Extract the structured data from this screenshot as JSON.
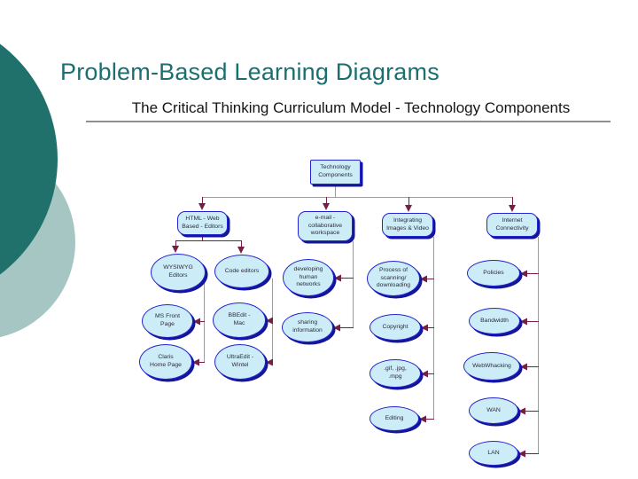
{
  "slide": {
    "title": "Problem-Based Learning Diagrams",
    "subtitle": "The Critical Thinking Curriculum Model - Technology Components"
  },
  "colors": {
    "title_teal": "#1d6e70",
    "background_circle_dark": "#20706c",
    "background_circle_light": "#a5c6c3",
    "node_fill": "#ccedf7",
    "node_border_blue": "#2424d0",
    "node_shadow_navy": "#15159a",
    "connector_gray": "#9c9c9c",
    "connector_maroon": "#761e46",
    "subtitle_rule_gray": "#8f8f8f"
  },
  "diagram": {
    "nodes": {
      "technology_components": "Technology\nComponents",
      "html_editors": "HTML - Web\nBased - Editors",
      "email_workspace": "e-mail -\ncollaborative\nworkspace",
      "integrating_images": "Integrating\nImages & Video",
      "internet_connectivity": "Internet\nConnectivity",
      "wysiwyg_editors": "WYSIWYG\nEditors",
      "code_editors": "Code editors",
      "ms_front_page": "MS Front\nPage",
      "bbedit_mac": "BBEdit -\nMac",
      "claris_home_page": "Claris\nHome Page",
      "ultraedit_wintel": "UltraEdit -\nWintel",
      "developing_human_networks": "developing\nhuman\nnetworks",
      "sharing_information": "sharing\ninformation",
      "process_scanning": "Process of\nscanning/\ndownloading",
      "copyright": "Copyright",
      "gif_jpg_mpg": ".gif, .jpg,\n.mpg",
      "editing": "Editing",
      "policies": "Policies",
      "bandwidth": "Bandwidth",
      "webwhacking": "WebWhacking",
      "wan": "WAN",
      "lan": "LAN"
    },
    "hierarchy": [
      {
        "parent": "Technology Components",
        "children": [
          "HTML - Web Based - Editors",
          "e-mail - collaborative workspace",
          "Integrating Images & Video",
          "Internet Connectivity"
        ]
      },
      {
        "parent": "HTML - Web Based - Editors",
        "children": [
          "WYSIWYG Editors",
          "Code editors"
        ]
      },
      {
        "parent": "WYSIWYG Editors",
        "children": [
          "MS Front Page",
          "Claris Home Page"
        ]
      },
      {
        "parent": "Code editors",
        "children": [
          "BBEdit - Mac",
          "UltraEdit - Wintel"
        ]
      },
      {
        "parent": "e-mail - collaborative workspace",
        "children": [
          "developing human networks",
          "sharing information"
        ]
      },
      {
        "parent": "Integrating Images & Video",
        "children": [
          "Process of scanning/ downloading",
          "Copyright",
          ".gif, .jpg, .mpg",
          "Editing"
        ]
      },
      {
        "parent": "Internet Connectivity",
        "children": [
          "Policies",
          "Bandwidth",
          "WebWhacking",
          "WAN",
          "LAN"
        ]
      }
    ]
  }
}
